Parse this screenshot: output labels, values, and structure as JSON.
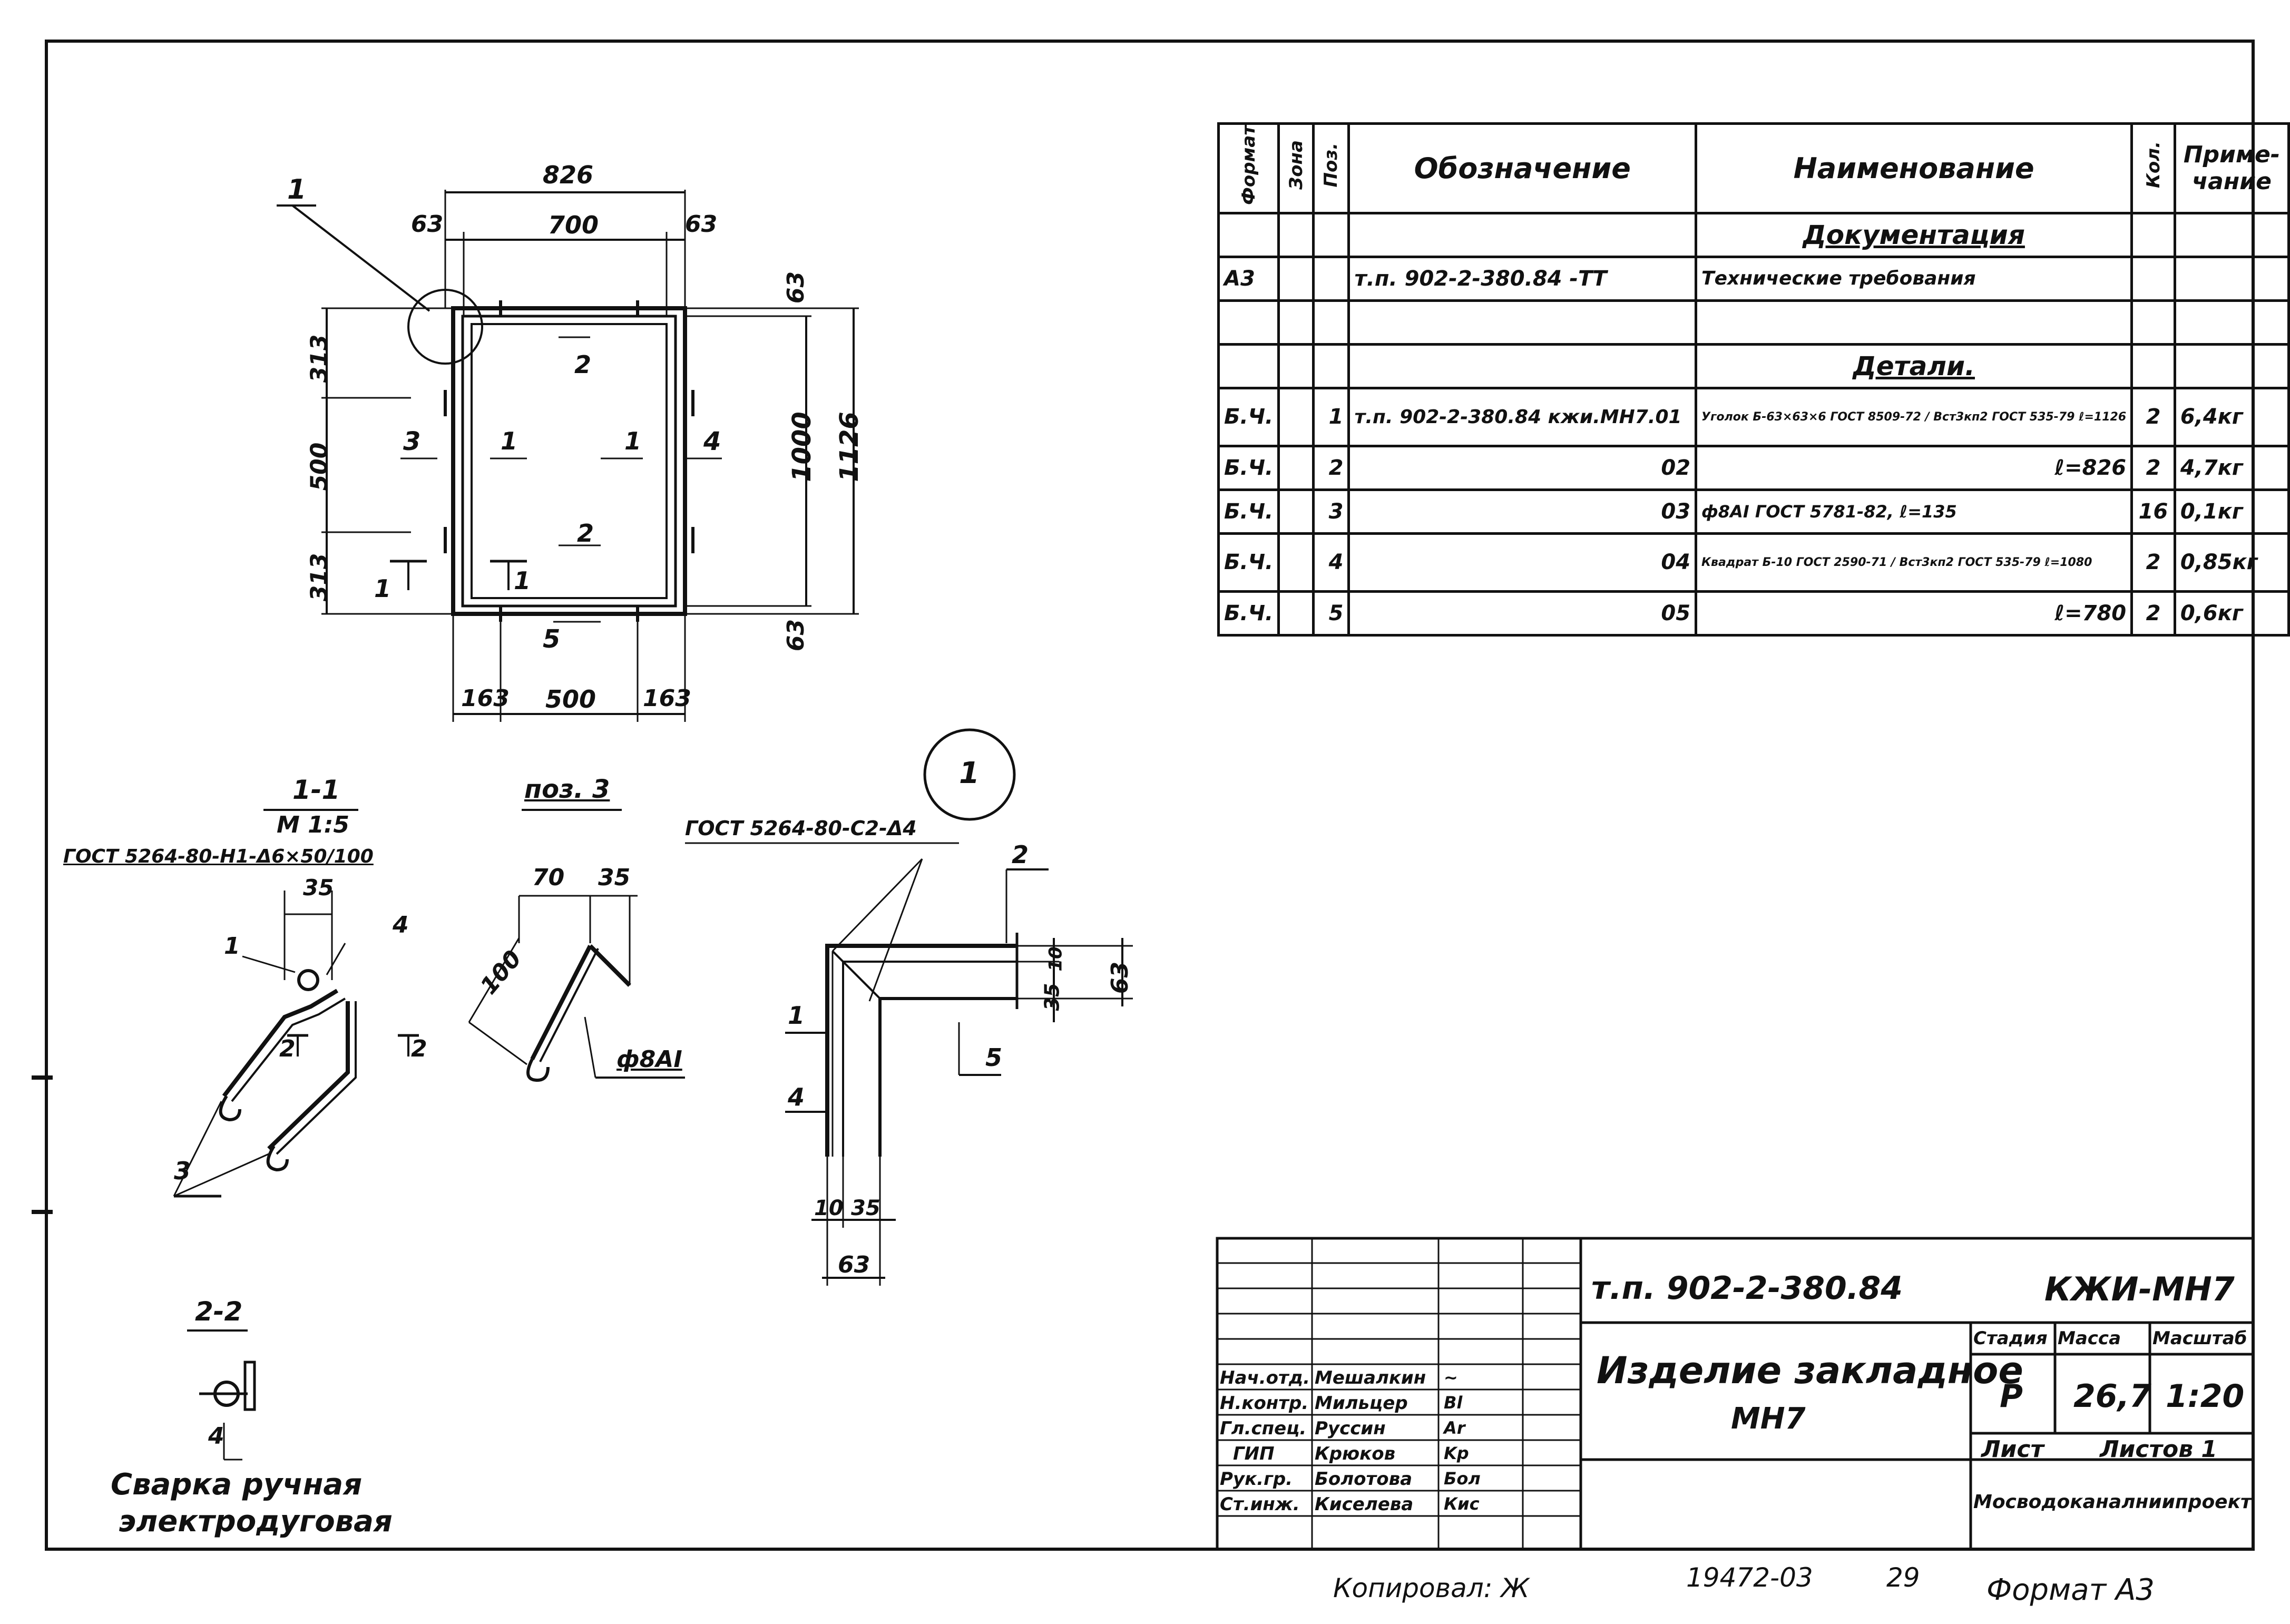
{
  "spec": {
    "headers": {
      "format": "Формат",
      "zone": "Зона",
      "pos": "Поз.",
      "designation": "Обозначение",
      "name": "Наименование",
      "qty": "Кол.",
      "note": "Приме-чание"
    },
    "section_docs": "Документация",
    "section_parts": "Детали.",
    "rows": [
      {
        "format": "А3",
        "pos": "",
        "designation": "т.п. 902-2-380.84        -ТТ",
        "name": "Технические требования",
        "qty": "",
        "note": ""
      },
      {
        "format": "Б.Ч.",
        "pos": "1",
        "designation": "т.п. 902-2-380.84  кжи.МН7.01",
        "name": "Уголок Б-63×63×6 ГОСТ 8509-72 / Вст3кп2 ГОСТ 535-79  ℓ=1126",
        "qty": "2",
        "note": "6,4кг"
      },
      {
        "format": "Б.Ч.",
        "pos": "2",
        "designation": "02",
        "name": "ℓ=826",
        "qty": "2",
        "note": "4,7кг"
      },
      {
        "format": "Б.Ч.",
        "pos": "3",
        "designation": "03",
        "name": "ф8АI ГОСТ 5781-82, ℓ=135",
        "qty": "16",
        "note": "0,1кг"
      },
      {
        "format": "Б.Ч.",
        "pos": "4",
        "designation": "04",
        "name": "Квадрат Б-10 ГОСТ 2590-71 / Вст3кп2 ГОСТ 535-79  ℓ=1080",
        "qty": "2",
        "note": "0,85кг"
      },
      {
        "format": "Б.Ч.",
        "pos": "5",
        "designation": "05",
        "name": "ℓ=780",
        "qty": "2",
        "note": "0,6кг"
      }
    ]
  },
  "plan": {
    "dims": {
      "w826": "826",
      "w700": "700",
      "d63a": "63",
      "d63b": "63",
      "d63r1": "63",
      "d63r2": "63",
      "h313a": "313",
      "h500": "500",
      "h313b": "313",
      "h1000": "1000",
      "h1126": "1126",
      "b163a": "163",
      "b500": "500",
      "b163b": "163"
    },
    "labels": {
      "p1": "1",
      "p2t": "2",
      "p3": "3",
      "p1l": "1",
      "p1r": "1",
      "p4": "4",
      "p2b": "2",
      "p1s": "1",
      "p5": "5",
      "sec1": "1"
    }
  },
  "section11": {
    "title": "1-1",
    "scale": "М 1:5",
    "weld": "ГОСТ 5264-80-Н1-Δ6×50/100",
    "d35": "35",
    "p1": "1",
    "p4": "4",
    "p2": "2",
    "p3": "3",
    "s2a": "2",
    "s2b": "2"
  },
  "pos3": {
    "title": "поз. 3",
    "d70": "70",
    "d35": "35",
    "d100": "100",
    "rebar": "ф8АI"
  },
  "detail1": {
    "mark": "1",
    "weld": "ГОСТ 5264-80-С2-Δ4",
    "p2": "2",
    "p1": "1",
    "p4": "4",
    "p5": "5",
    "d10": "10",
    "d35v": "35",
    "d63v": "63",
    "d10b": "10",
    "d35b": "35",
    "d63b": "63"
  },
  "section22": {
    "title": "2-2",
    "p4": "4",
    "note1": "Сварка ручная",
    "note2": "электродуговая"
  },
  "titleblock": {
    "doc_code": "т.п. 902-2-380.84",
    "doc_mark": "КЖИ-МН7",
    "item_title": "Изделие закладное",
    "item_sub": "МН7",
    "stage_label": "Стадия",
    "mass_label": "Масса",
    "scale_label": "Масштаб",
    "stage": "Р",
    "mass": "26,7",
    "scale": "1:20",
    "sheet_label": "Лист",
    "sheets_label": "Листов 1",
    "org": "Мосводоканалниипроект",
    "staff": [
      {
        "role": "Нач.отд.",
        "name": "Мешалкин",
        "sign": "~"
      },
      {
        "role": "Н.контр.",
        "name": "Мильцер",
        "sign": "Bl"
      },
      {
        "role": "Гл.спец.",
        "name": "Руссин",
        "sign": "Ar"
      },
      {
        "role": "ГИП",
        "name": "Крюков",
        "sign": "Kp"
      },
      {
        "role": "Рук.гр.",
        "name": "Болотова",
        "sign": "Бол"
      },
      {
        "role": "Ст.инж.",
        "name": "Киселева",
        "sign": "Кис"
      }
    ]
  },
  "footer": {
    "copied": "Копировал: Ж",
    "inv": "19472-03",
    "num": "29",
    "format": "Формат А3"
  }
}
